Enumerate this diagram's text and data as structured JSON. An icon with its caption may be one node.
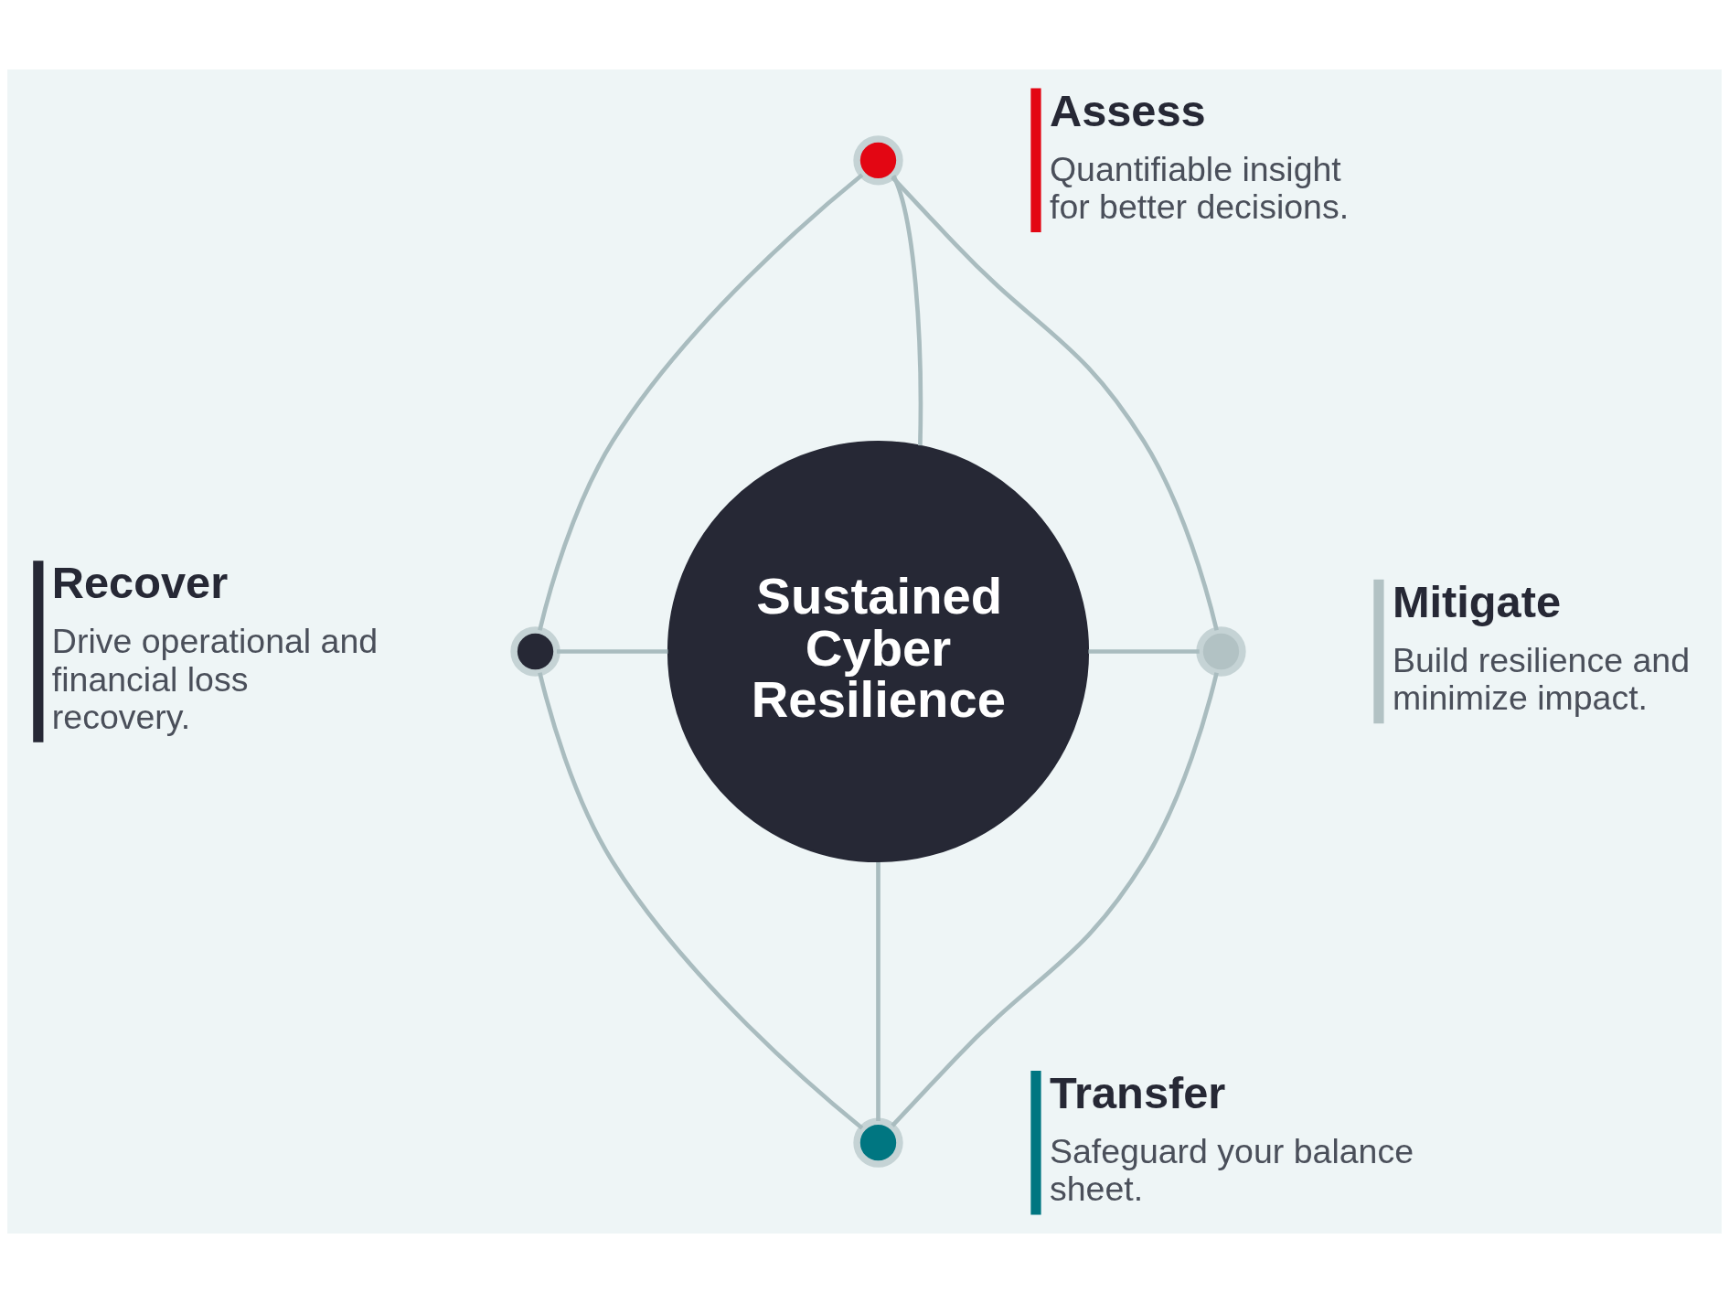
{
  "diagram": {
    "nodes": [
      {
        "text": [],
        "shape": "circle",
        "beside": [
          "Assess",
          "Quantifiable insight for better decisions."
        ]
      },
      {
        "text": [],
        "shape": "circle",
        "beside": [
          "Recover",
          "Drive operational and financial loss recovery."
        ]
      },
      {
        "text": [
          "Sustained Cyber Resilience"
        ]
      },
      {
        "text": [],
        "shape": "circle",
        "beside": [
          "Mitigate",
          "Build resilience and minimize impact."
        ]
      },
      {
        "text": [],
        "shape": "circle",
        "beside": [
          "Transfer",
          "Safeguard your balance sheet."
        ]
      }
    ],
    "edges": [
      {
        "from": 0,
        "to": 2,
        "arrow": "none"
      },
      {
        "from": 1,
        "to": 2,
        "arrow": "none"
      },
      {
        "from": 2,
        "to": 3,
        "arrow": "none"
      },
      {
        "from": 2,
        "to": 4,
        "arrow": "none"
      },
      {
        "from": 0,
        "to": 3,
        "arrow": "none"
      },
      {
        "from": 3,
        "to": 4,
        "arrow": "none"
      },
      {
        "from": 4,
        "to": 1,
        "arrow": "none"
      },
      {
        "from": 1,
        "to": 0,
        "arrow": "none"
      }
    ]
  }
}
